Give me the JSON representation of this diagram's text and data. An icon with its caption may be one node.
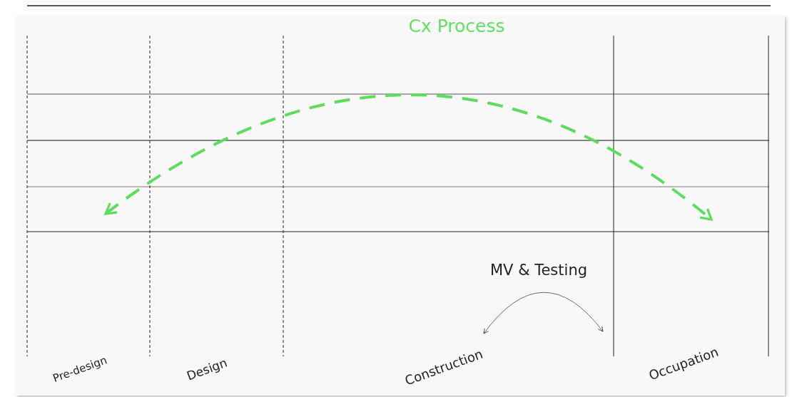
{
  "diagram": {
    "title": "Cx Process",
    "labels": [
      "MV & Testing",
      "Pre-design",
      "Design",
      "Construction",
      "Occupation"
    ]
  }
}
